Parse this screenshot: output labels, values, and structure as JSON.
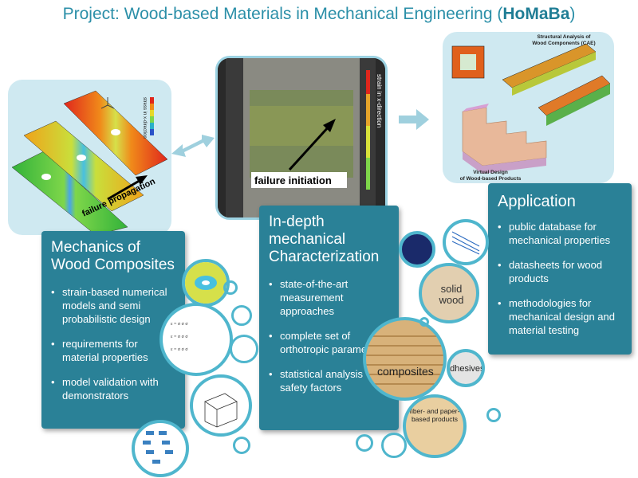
{
  "title": {
    "prefix": "Project: Wood-based Materials in Mechanical Engineering (",
    "brand": "HoMaBa",
    "suffix": ")"
  },
  "left_image": {
    "axis_label": "stress in x-direction",
    "caption": "failure propagation"
  },
  "center_image": {
    "axis_label": "strain in x-direction",
    "caption": "failure initiation"
  },
  "right_image": {
    "top_label_line1": "Structural Analysis of",
    "top_label_line2": "Wood Components (CAE)",
    "bottom_label_line1": "Virtual Design",
    "bottom_label_line2": "of Wood-based Products"
  },
  "cards": {
    "mechanics": {
      "title_line1": "Mechanics of",
      "title_line2": "Wood Composites",
      "items": [
        "strain-based numerical models and semi probabilistic design",
        "requirements for material properties",
        "model validation  with demonstrators"
      ]
    },
    "characterization": {
      "title_line1": "In-depth",
      "title_line2": "mechanical",
      "title_line3": "Characterization",
      "items": [
        "state-of-the-art measurement approaches",
        "complete set of orthotropic parameters",
        "statistical analysis → safety factors"
      ]
    },
    "application": {
      "title": "Application",
      "items": [
        "public database for mechanical properties",
        "datasheets for wood products",
        "methodologies for mechanical design and material testing"
      ]
    }
  },
  "bubbles": {
    "solid_wood": "solid wood",
    "composites": "composites",
    "adhesives": "adhesives",
    "fiber_line1": "fiber- and paper-",
    "fiber_line2": "based products"
  },
  "colors": {
    "teal_card": "#2a8197",
    "title": "#2b8fa8",
    "ring": "#4fb6cd",
    "panel": "#cfe9f1",
    "arrow": "#9fd0de"
  }
}
